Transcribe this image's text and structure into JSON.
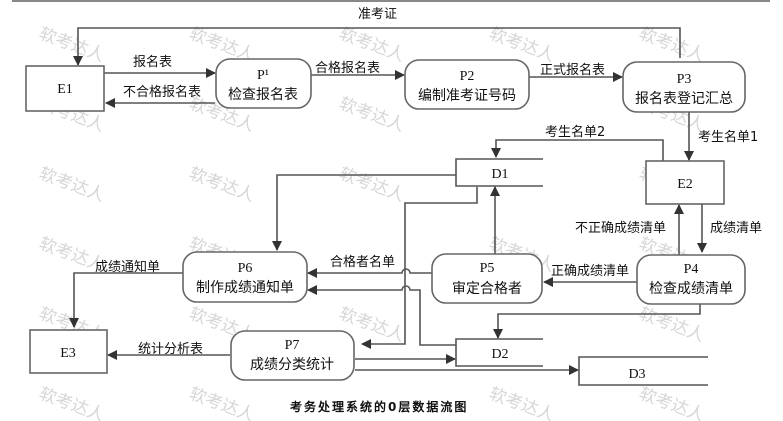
{
  "diagram": {
    "caption": "考务处理系统的0层数据流图",
    "watermark": "软考达人",
    "entities": [
      {
        "id": "E1"
      },
      {
        "id": "E2"
      },
      {
        "id": "E3"
      }
    ],
    "processes": [
      {
        "id": "P1",
        "id_display": "P¹",
        "name": "检查报名表"
      },
      {
        "id": "P2",
        "id_display": "P2",
        "name": "编制准考证号码"
      },
      {
        "id": "P3",
        "id_display": "P3",
        "name": "报名表登记汇总"
      },
      {
        "id": "P4",
        "id_display": "P4",
        "name": "检查成绩清单"
      },
      {
        "id": "P5",
        "id_display": "P5",
        "name": "审定合格者"
      },
      {
        "id": "P6",
        "id_display": "P6",
        "name": "制作成绩通知单"
      },
      {
        "id": "P7",
        "id_display": "P7",
        "name": "成绩分类统计"
      }
    ],
    "datastores": [
      {
        "id": "D1"
      },
      {
        "id": "D2"
      },
      {
        "id": "D3"
      }
    ],
    "flows": [
      {
        "from": "P3",
        "to": "E1",
        "label": "准考证"
      },
      {
        "from": "E1",
        "to": "P1",
        "label": "报名表"
      },
      {
        "from": "P1",
        "to": "E1",
        "label": "不合格报名表"
      },
      {
        "from": "P1",
        "to": "P2",
        "label": "合格报名表"
      },
      {
        "from": "P2",
        "to": "P3",
        "label": "正式报名表"
      },
      {
        "from": "P3",
        "to": "E2",
        "label": "考生名单1"
      },
      {
        "from": "E2",
        "to": "D1",
        "label": "考生名单2"
      },
      {
        "from": "E2",
        "to": "P4",
        "label": "成绩清单"
      },
      {
        "from": "P4",
        "to": "E2",
        "label": "不正确成绩清单"
      },
      {
        "from": "P4",
        "to": "P5",
        "label": "正确成绩清单"
      },
      {
        "from": "P5",
        "to": "P6",
        "label": "合格者名单"
      },
      {
        "from": "P6",
        "to": "E3",
        "label": "成绩通知单"
      },
      {
        "from": "P7",
        "to": "E3",
        "label": "统计分析表"
      },
      {
        "from": "P5",
        "to": "D1",
        "label": ""
      },
      {
        "from": "D1",
        "to": "P6",
        "label": ""
      },
      {
        "from": "D1",
        "to": "P7",
        "label": ""
      },
      {
        "from": "D2",
        "to": "P6",
        "label": ""
      },
      {
        "from": "P4",
        "to": "D2",
        "label": ""
      },
      {
        "from": "P7",
        "to": "D2",
        "label": ""
      },
      {
        "from": "P7",
        "to": "D3",
        "label": ""
      }
    ]
  }
}
